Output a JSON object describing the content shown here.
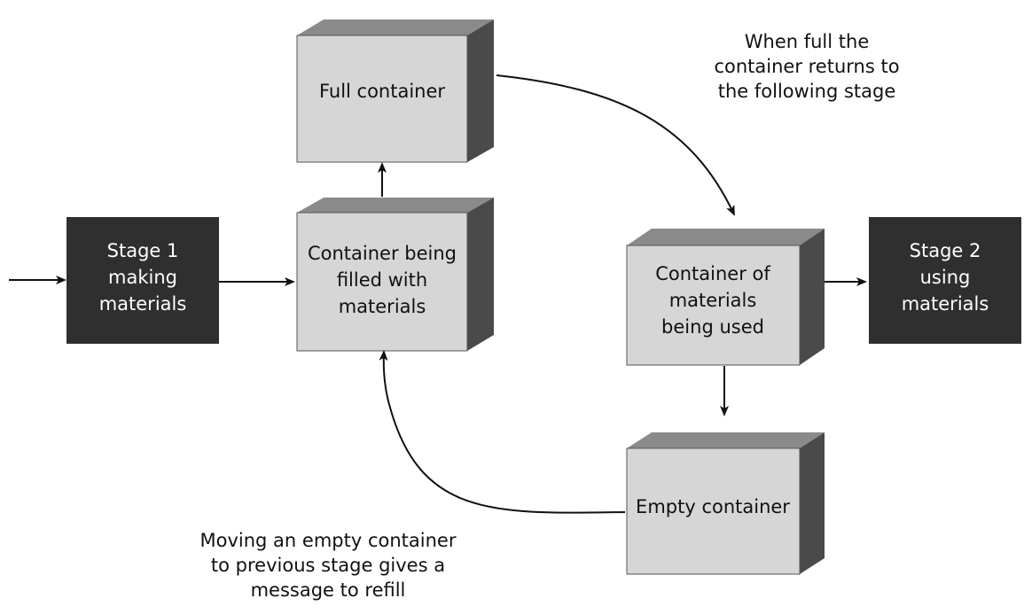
{
  "diagram": {
    "nodes": {
      "stage1": {
        "lines": [
          "Stage 1",
          "making",
          "materials"
        ]
      },
      "filling": {
        "lines": [
          "Container being",
          "filled with",
          "materials"
        ]
      },
      "full": {
        "lines": [
          "Full container"
        ]
      },
      "used": {
        "lines": [
          "Container of",
          "materials",
          "being used"
        ]
      },
      "stage2": {
        "lines": [
          "Stage 2",
          "using",
          "materials"
        ]
      },
      "empty": {
        "lines": [
          "Empty container"
        ]
      }
    },
    "notes": {
      "top_right": {
        "lines": [
          "When full the",
          "container returns to",
          "the following stage"
        ]
      },
      "bottom_left": {
        "lines": [
          "Moving an empty container",
          "to previous stage gives a",
          "message to refill"
        ]
      }
    },
    "colors": {
      "dark_box": "#2f2f2f",
      "light_front": "#d6d6d6",
      "light_top": "#8a8a8a",
      "light_side": "#4a4a4a",
      "arrow": "#111111"
    }
  }
}
